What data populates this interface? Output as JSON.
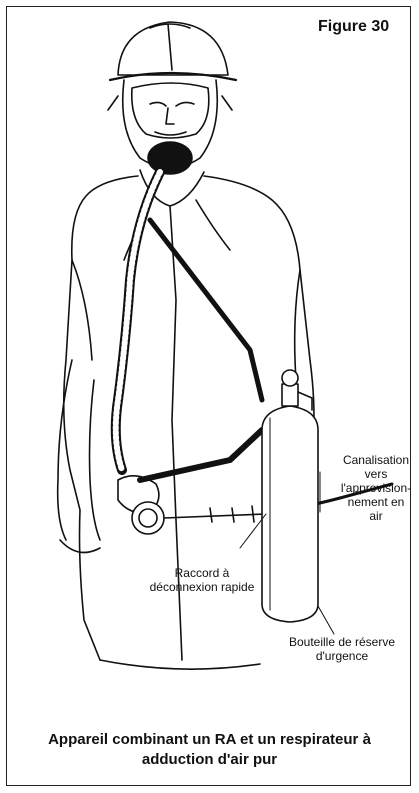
{
  "figure": {
    "label": "Figure 30"
  },
  "callouts": {
    "supply_line": [
      "Canalisation",
      "vers",
      "l'approvision-",
      "nement en",
      "air"
    ],
    "quick_disconnect": [
      "Raccord à",
      "déconnexion rapide"
    ],
    "escape_bottle": [
      "Bouteille de réserve",
      "d'urgence"
    ]
  },
  "caption": {
    "line1": "Appareil combinant un RA et un respirateur à",
    "line2": "adduction d'air pur"
  },
  "colors": {
    "ink": "#111111",
    "background": "#ffffff"
  }
}
